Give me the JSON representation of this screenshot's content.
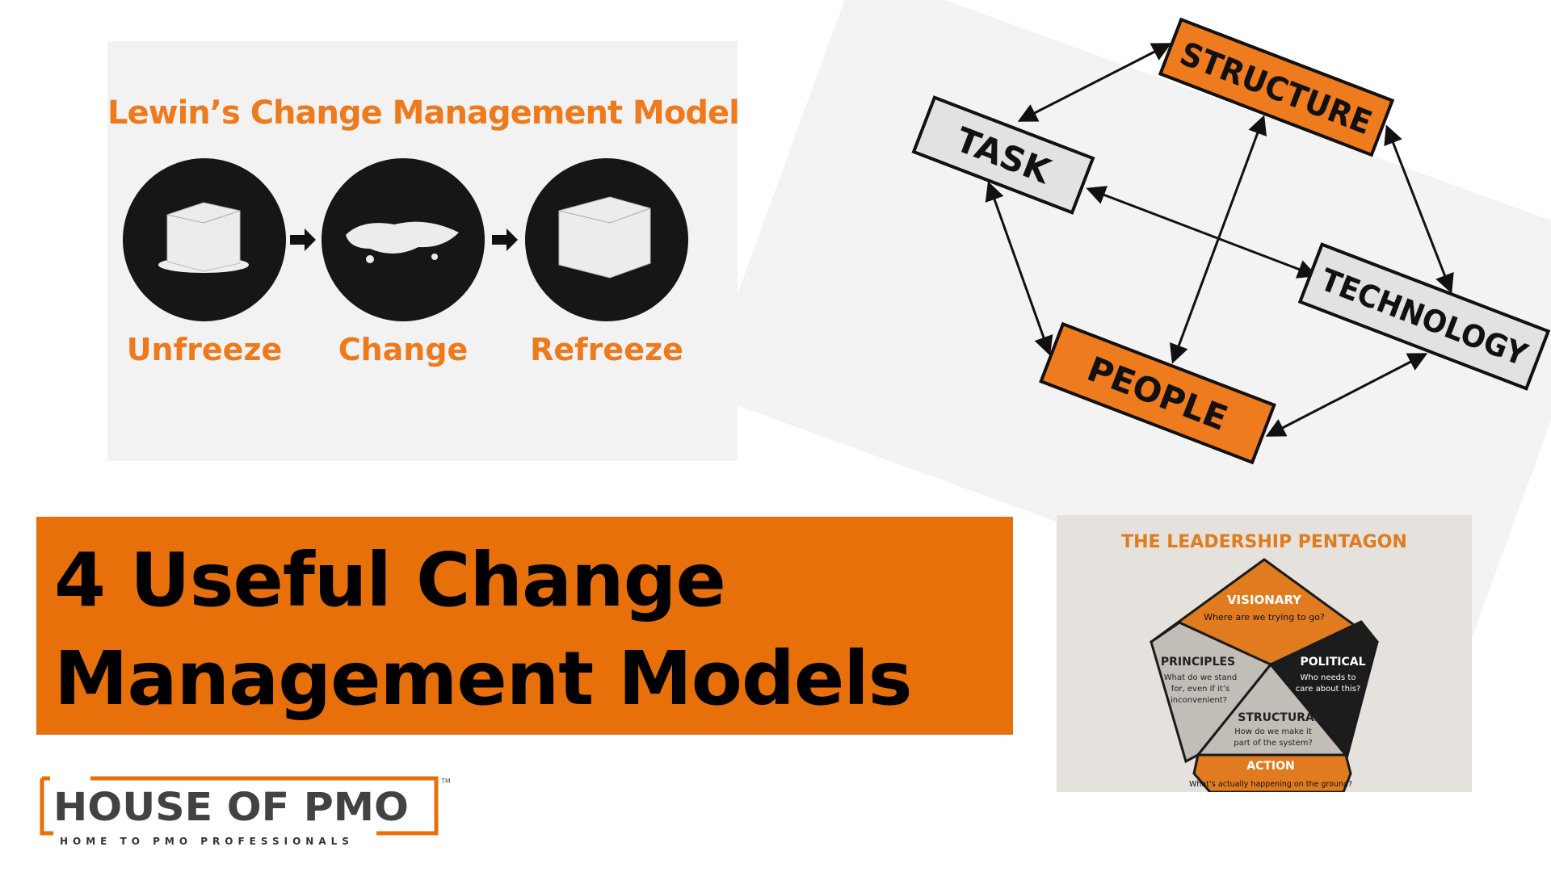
{
  "lewin": {
    "title": "Lewin’s Change Management Model",
    "stages": [
      "Unfreeze",
      "Change",
      "Refreeze"
    ]
  },
  "banner": {
    "line1": "4 Useful Change",
    "line2": "Management Models",
    "color": "#e8700a"
  },
  "diagram": {
    "nodes": [
      "STRUCTURE",
      "TASK",
      "TECHNOLOGY",
      "PEOPLE"
    ]
  },
  "pentagon": {
    "title": "THE LEADERSHIP PENTAGON",
    "segments": [
      {
        "label": "VISIONARY",
        "question": "Where are we trying to go?"
      },
      {
        "label": "PRINCIPLES",
        "question": [
          "What do we stand",
          "for, even if it’s",
          "inconvenient?"
        ]
      },
      {
        "label": "POLITICAL",
        "question": [
          "Who needs to",
          "care about this?"
        ]
      },
      {
        "label": "STRUCTURAL",
        "question": [
          "How do we make it",
          "part of the system?"
        ]
      },
      {
        "label": "ACTION",
        "question": "What’s actually happening on the ground?"
      }
    ]
  },
  "logo": {
    "text": "HOUSE OF PMO",
    "tagline": "HOME TO PMO PROFESSIONALS",
    "tm": "TM"
  }
}
